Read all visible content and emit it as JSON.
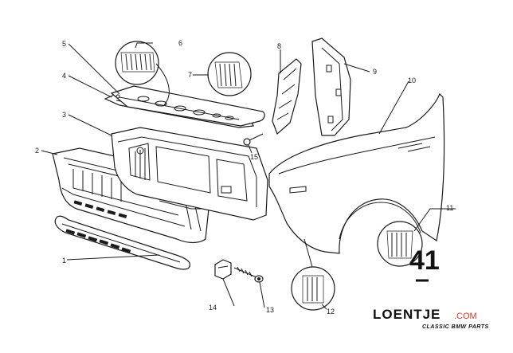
{
  "diagram": {
    "part_labels": [
      "1",
      "2",
      "3",
      "4",
      "5",
      "6",
      "7",
      "8",
      "9",
      "10",
      "11",
      "12",
      "13",
      "14",
      "15"
    ],
    "page_number": "41"
  },
  "logo": {
    "word": "LOENTJE",
    "domain": ".COM",
    "tagline": "CLASSIC BMW PARTS"
  }
}
